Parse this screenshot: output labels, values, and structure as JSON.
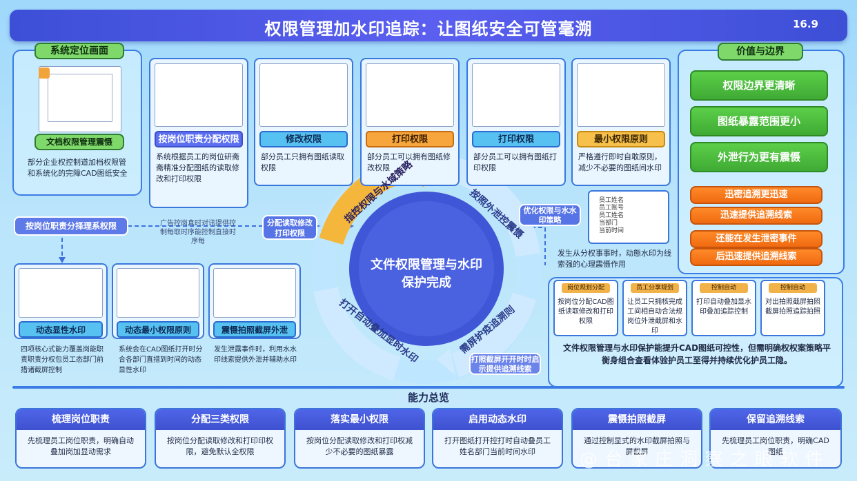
{
  "header": {
    "title": "权限管理加水印追踪：让图纸安全可管毫溯",
    "page": "16.9"
  },
  "left_top": {
    "label": "系统定位画面",
    "doc_tag": "文档权限管理震慑",
    "desc": "部分企业权控制道加档权限管和系统化的完障CAD图纸安全"
  },
  "top_cards": [
    {
      "title": "按岗位职责分配权限",
      "desc": "系统根据员工的岗位研斋斋精准分配图纸的读取修改和打印权限",
      "style": "purple"
    },
    {
      "title": "修改权限",
      "desc": "部分员工只拥有图纸读取权限",
      "style": "blue"
    },
    {
      "title": "打印权限",
      "desc": "部分员工可以拥有图纸修改权限",
      "style": "orange"
    },
    {
      "title": "打印权限",
      "desc": "部分员工可以拥有图纸打印权限",
      "style": "blue"
    },
    {
      "title": "最小权限原则",
      "desc": "严格遵行即时自敢原则，减少不必要的图纸间水印",
      "style": "yellow"
    }
  ],
  "value_panel": {
    "label": "价值与边界",
    "green_items": [
      "权限边界更清晰",
      "图纸暴露范围更小",
      "外泄行为更有震慑"
    ],
    "orange_items": [
      "迅密追溯更迅速",
      "迅速提供追溯线索",
      "还能在发生泄密事件",
      "后迅速提供追溯线索"
    ]
  },
  "left_mid": {
    "flow_label": "按岗位职责分择理系权限",
    "middle_note": "广告控岗真时对讯提供控制每取时序能控制直接时序每",
    "assign_label": "分配读取修改打印权限"
  },
  "bottom_left_cards": [
    {
      "title": "动态显性水印",
      "desc": "四项核心式能力覆盖岗能职责职责分权包员工态部门前措诸截屏控制"
    },
    {
      "title": "动态最小权限原则",
      "desc": "系统会在CAD图纸打开时分合各部门直措到时间的动态显性水印"
    },
    {
      "title": "震慑拍照截屏外泄",
      "desc": "发生泄露事件时，利用水水印线索提供外泄并辅助水印"
    }
  ],
  "center": {
    "core": "文件权限管理与水印保护完成",
    "arc_top": "指控权限与水域策略",
    "arc_right": "按照外泄控震慑",
    "arc_bottom_right": "需屏护疫追溯则",
    "arc_bottom_left": "打开自动叠加显时水印"
  },
  "right_mid": {
    "optimize_label": "优化权限与水水印策略",
    "sheet_lines": [
      "员工姓名",
      "员工账号",
      "员工姓名",
      "当部门",
      "当前时间"
    ],
    "note": "发生从分权事事时，动態水印为线索强的心理震慑作用",
    "note_highlight": "动態水印为",
    "mini_cards": [
      {
        "tag": "岗位规划分配",
        "body": "按岗位分配CAD图纸读取修改和打印权限"
      },
      {
        "tag": "员工分享规划",
        "body": "让员工只拥核完成工间相自动合法规岗位外泄截屏和水印"
      },
      {
        "tag": "控制自动",
        "body": "打印自动叠加显水印叠加追踪控制"
      },
      {
        "tag": "控制自动",
        "body": "对出拍照截屏拍照截屏拍照追踪拍照"
      }
    ],
    "summary": "文件权限管理与水印保护能提升CAD图纸可控性，但需明确权权案策略平衡身组合查看体验护员工至得并持续优化护员工隐。",
    "bottom_note": "打照截屏开开时时启示提供追溯线索"
  },
  "abilities": {
    "label": "能力总览",
    "items": [
      {
        "title": "梳理岗位职责",
        "desc": "先梳理员工岗位职责，明确自动叠加岗加显动需求"
      },
      {
        "title": "分配三类权限",
        "desc": "按岗位分配读取修改和打印印权限，避免默认全权限"
      },
      {
        "title": "落实最小权限",
        "desc": "按岗位分配读取修改和打印权减少不必要的图纸暴露"
      },
      {
        "title": "启用动态水印",
        "desc": "打开图纸打开控打时自动叠员工姓名部门当前时间水印"
      },
      {
        "title": "震慑拍照截屏",
        "desc": "通过控制显式的水印截屏拍照与屏截屏"
      },
      {
        "title": "保留追溯线索",
        "desc": "先梳理员工岗位职责，明确CAD图纸"
      }
    ]
  },
  "watermark": "@ 台 家 庄 洞 察 之 眼 软 件"
}
